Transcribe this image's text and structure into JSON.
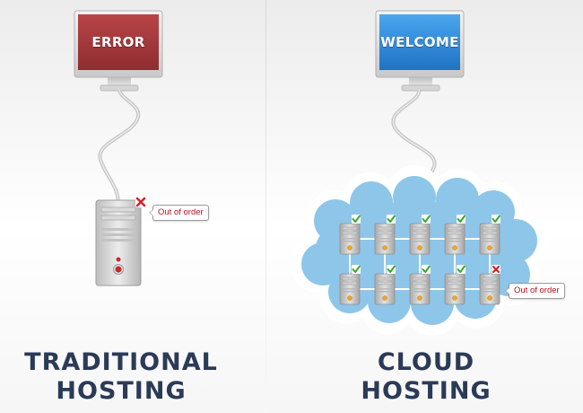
{
  "colors": {
    "error_screen": "#a63a3c",
    "welcome_screen": "#2f8fdc",
    "cloud": "#8ec6ea",
    "heading": "#2b3a57",
    "check": "#3aa52a",
    "cross": "#d2232a"
  },
  "traditional": {
    "screen_text": "ERROR",
    "server_status_icon": "red-x-icon",
    "callout": "Out of order",
    "heading_line1": "TRADITIONAL",
    "heading_line2": "HOSTING"
  },
  "cloud": {
    "screen_text": "WELCOME",
    "servers_ok_icon": "green-check-icon",
    "failed_server_icon": "red-x-icon",
    "callout": "Out of order",
    "heading_line1": "CLOUD",
    "heading_line2": "HOSTING"
  }
}
